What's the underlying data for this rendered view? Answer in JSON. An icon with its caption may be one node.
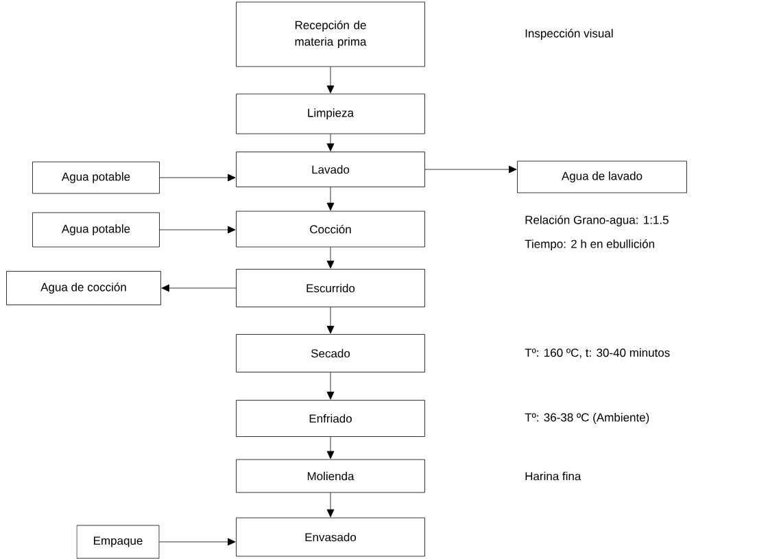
{
  "diagram": {
    "nodes": [
      {
        "text": [
          "Recepción de materia prima"
        ]
      },
      {
        "text": [
          "Limpieza"
        ]
      },
      {
        "text": [
          "Lavado"
        ]
      },
      {
        "text": [
          "Cocción"
        ],
        "beside": [
          "Relación Grano-agua: 1:1.5",
          "Tiempo: 2 h en ebullición"
        ]
      },
      {
        "text": [
          "Escurrido"
        ]
      },
      {
        "text": [
          "Secado"
        ]
      },
      {
        "text": [
          "Enfriado"
        ]
      },
      {
        "text": [
          "Molienda"
        ]
      },
      {
        "text": [
          "Envasado"
        ]
      },
      {
        "text": [
          "Agua potable"
        ]
      },
      {
        "text": [
          "Agua de lavado"
        ]
      },
      {
        "text": [
          "Agua potable"
        ]
      },
      {
        "text": [
          "Agua de cocción"
        ]
      },
      {
        "text": [
          "Empaque"
        ]
      }
    ],
    "edges": [
      {
        "from": 0,
        "to": 1,
        "arrow": "to"
      },
      {
        "from": 1,
        "to": 2,
        "arrow": "to"
      },
      {
        "from": 2,
        "to": 3,
        "arrow": "to"
      },
      {
        "from": 3,
        "to": 4,
        "arrow": "to"
      },
      {
        "from": 4,
        "to": 5,
        "arrow": "to"
      },
      {
        "from": 5,
        "to": 6,
        "arrow": "to"
      },
      {
        "from": 6,
        "to": 7,
        "arrow": "to"
      },
      {
        "from": 7,
        "to": 8,
        "arrow": "to"
      },
      {
        "from": 9,
        "to": 2,
        "arrow": "to"
      },
      {
        "from": 2,
        "to": 10,
        "arrow": "to"
      },
      {
        "from": 11,
        "to": 3,
        "arrow": "to"
      },
      {
        "from": 4,
        "to": 12,
        "arrow": "to"
      },
      {
        "from": 13,
        "to": 8,
        "arrow": "to"
      }
    ],
    "labels": [
      "Inspección visual",
      "Tº: 160 ºC, t: 30-40 minutos",
      "Tº: 36-38 ºC (Ambiente)",
      "Harina fina"
    ]
  }
}
